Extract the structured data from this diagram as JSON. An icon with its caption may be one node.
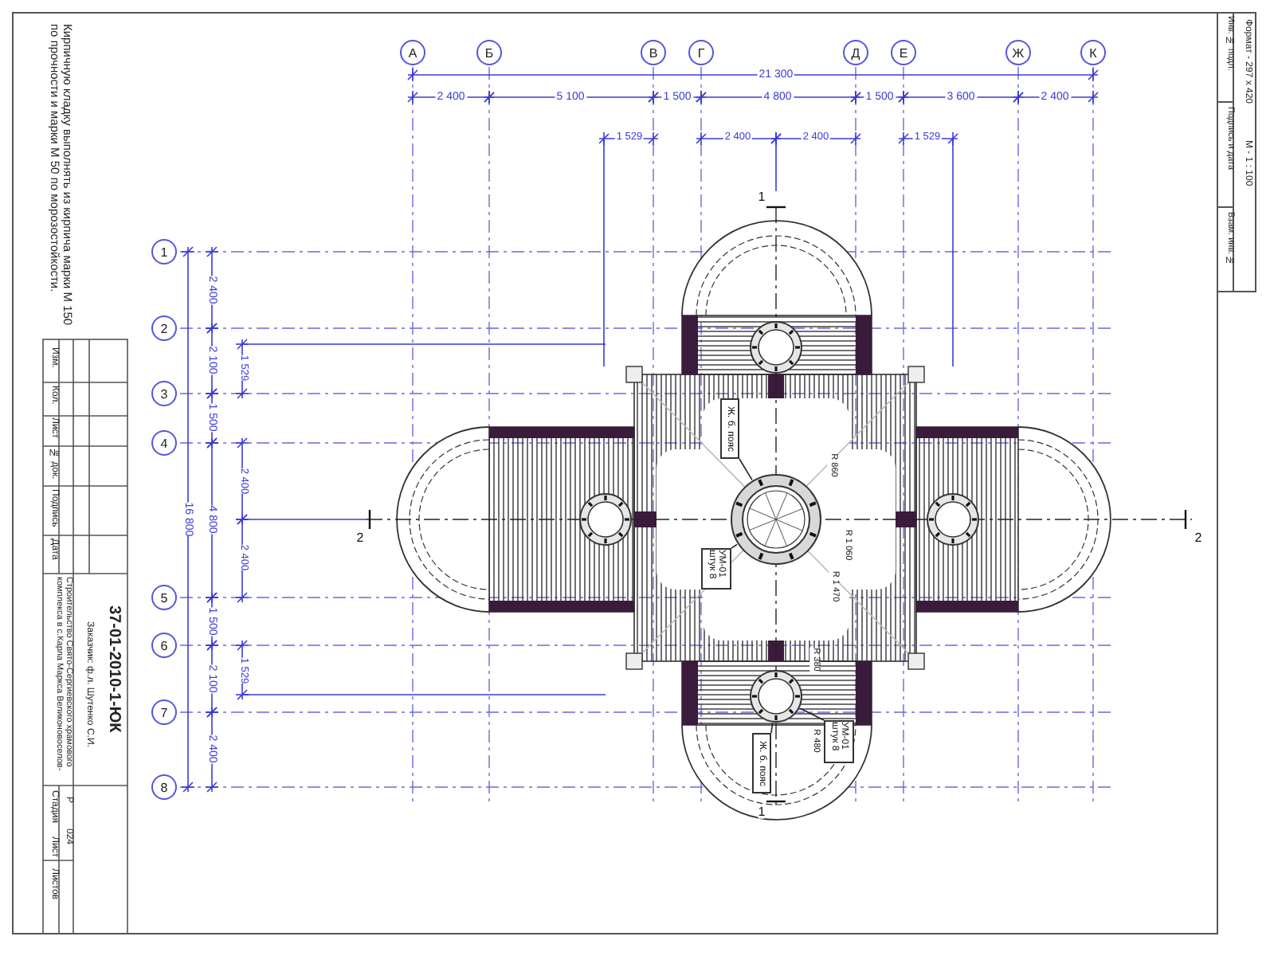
{
  "diagram": {
    "nodes": [
      {
        "text": [
          "А"
        ]
      },
      {
        "text": [
          "Б"
        ]
      },
      {
        "text": [
          "В"
        ]
      },
      {
        "text": [
          "Г"
        ]
      },
      {
        "text": [
          "Д"
        ]
      },
      {
        "text": [
          "Е"
        ]
      },
      {
        "text": [
          "Ж"
        ]
      },
      {
        "text": [
          "К"
        ]
      },
      {
        "text": [
          "1"
        ]
      },
      {
        "text": [
          "2"
        ]
      },
      {
        "text": [
          "3"
        ]
      },
      {
        "text": [
          "4"
        ]
      },
      {
        "text": [
          "5"
        ]
      },
      {
        "text": [
          "6"
        ]
      },
      {
        "text": [
          "7"
        ]
      },
      {
        "text": [
          "8"
        ]
      },
      {
        "text": [
          "Ж. б. пояс"
        ]
      },
      {
        "text": [],
        "shape": "circle"
      },
      {
        "text": [],
        "shape": "circle"
      },
      {
        "text": [],
        "shape": "circle"
      },
      {
        "text": [],
        "shape": "circle"
      },
      {
        "text": [
          "УМ-01 штук 8"
        ]
      },
      {
        "text": [],
        "shape": "circle"
      },
      {
        "text": [
          "Ж. б. пояс"
        ]
      },
      {
        "text": [
          "УМ-01 штук 8"
        ]
      }
    ],
    "edges": [
      {
        "from": 16,
        "to": 19,
        "arrow": "none"
      },
      {
        "from": 21,
        "to": 19,
        "arrow": "none"
      },
      {
        "from": 23,
        "to": 22,
        "arrow": "none"
      },
      {
        "from": 24,
        "to": 22,
        "arrow": "none"
      }
    ],
    "labels": [
      "Кирпичную кладку выполнять из кирпича марки М 150 по прочности и марки М 50 по морозостойкости.",
      "Изм.",
      "Кол.",
      "Лист",
      "№ док.",
      "Подпись",
      "Дата",
      "Строительство Свято-Сергиевского храмового комплекса в с.Карла Маркса Великоновоселов-",
      "Заказчик: ф.л. Шутенко С.И.",
      "37-01-2010-1-ЮК",
      "Стадия",
      "Лист",
      "Листов",
      "Р",
      "024",
      "Формат - 297 х 420",
      "М - 1 : 100",
      "Инв. № подл.",
      "Подпись и дата",
      "Взам. инв. №",
      "21 300",
      "2 400",
      "5 100",
      "1 500",
      "4 800",
      "1 500",
      "3 600",
      "2 400",
      "1 529",
      "2 400",
      "2 400",
      "1 529",
      "16 800",
      "2 400",
      "2 100",
      "1 500",
      "4 800",
      "1 500",
      "2 100",
      "2 400",
      "1 529",
      "2 400",
      "2 400",
      "1 529",
      "R 860",
      "R 1 060",
      "R 1 470",
      "R 380",
      "R 480",
      "1",
      "1",
      "2",
      "2"
    ]
  }
}
